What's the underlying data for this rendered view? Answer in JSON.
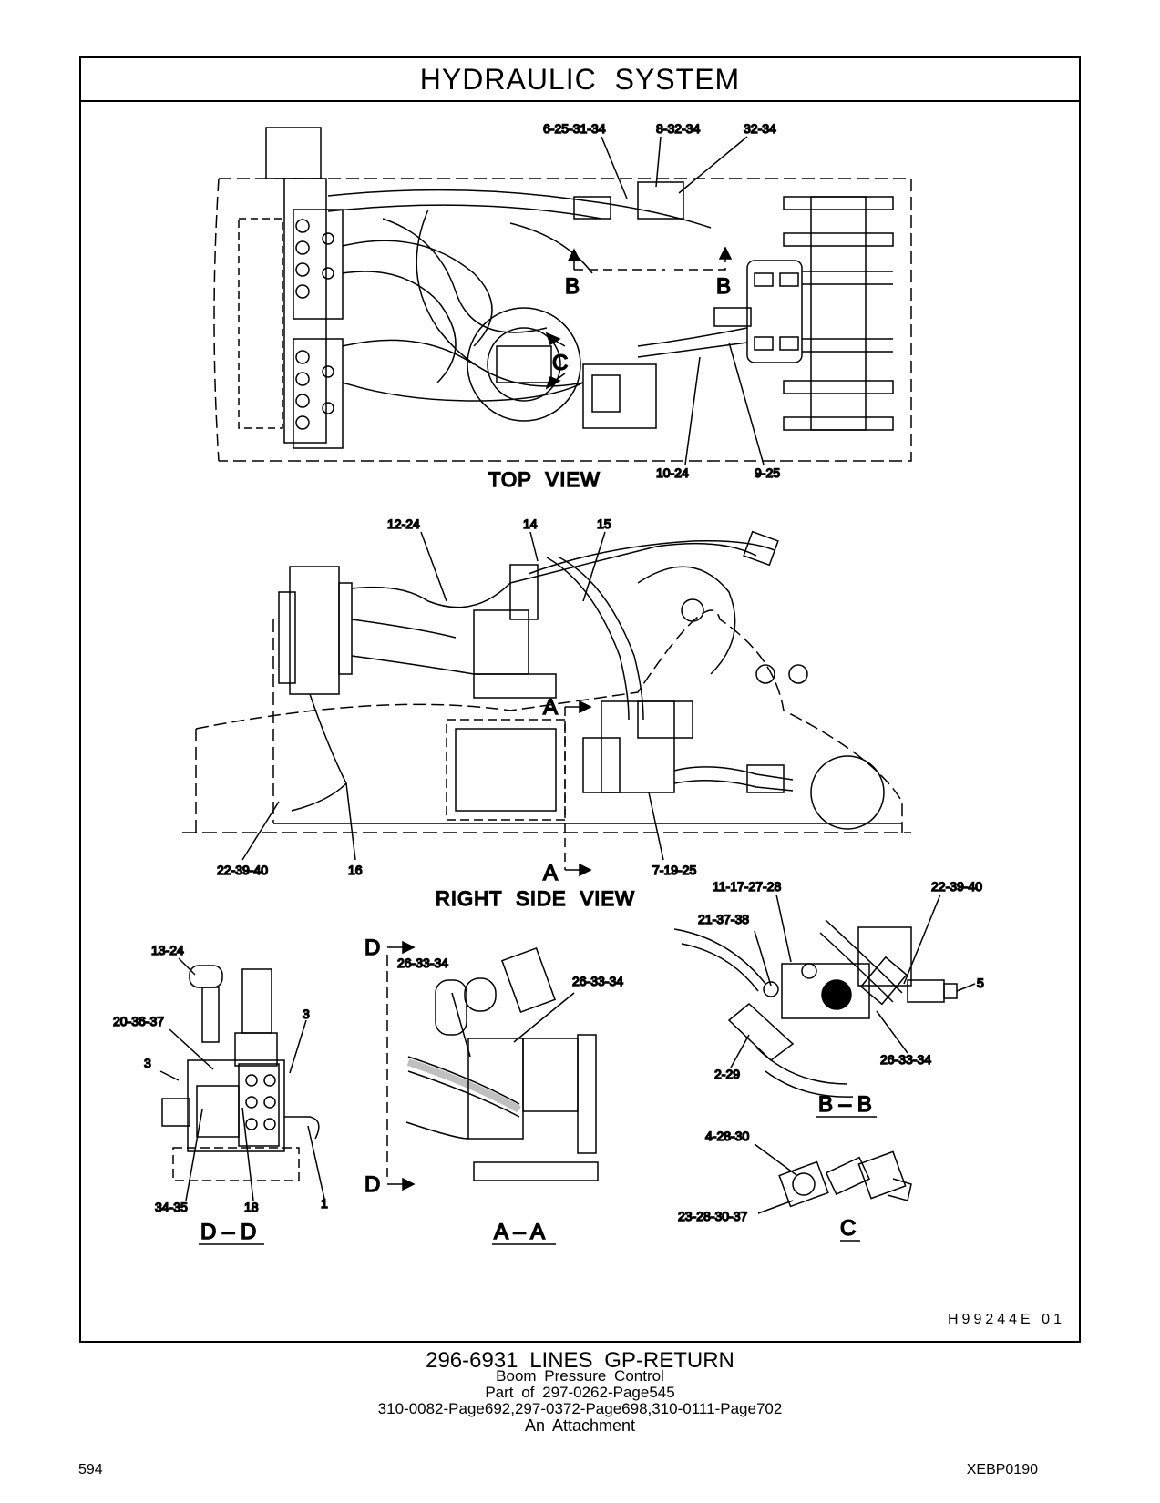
{
  "title": "HYDRAULIC SYSTEM",
  "views": {
    "top": "TOP VIEW",
    "side": "RIGHT SIDE VIEW",
    "dd": "D – D",
    "aa": "A – A",
    "bb": "B – B",
    "c": "C"
  },
  "section_markers": {
    "a": "A",
    "b": "B",
    "c": "C",
    "d": "D"
  },
  "callouts": {
    "t1": "6-25-31-34",
    "t2": "8-32-34",
    "t3": "32-34",
    "t4": "10-24",
    "t5": "9-25",
    "s1": "12-24",
    "s2": "14",
    "s3": "15",
    "s4": "22-39-40",
    "s5": "16",
    "s6": "7-19-25",
    "d1": "13-24",
    "d2": "20-36-37",
    "d3": "3",
    "d4": "3",
    "d5": "34-35",
    "d6": "18",
    "d7": "1",
    "a1": "26-33-34",
    "a2": "26-33-34",
    "b1": "11-17-27-28",
    "b2": "22-39-40",
    "b3": "21-37-38",
    "b4": "5",
    "b5": "26-33-34",
    "b6": "2-29",
    "c1": "4-28-30",
    "c2": "23-28-30-37"
  },
  "drawing_number": "H99244E    01",
  "footer": {
    "part_title": "296-6931  LINES GP-RETURN",
    "line1": "Boom  Pressure  Control",
    "line2": "Part of 297-0262-Page545",
    "line3": "310-0082-Page692,297-0372-Page698,310-0111-Page702",
    "line4": "An Attachment"
  },
  "page_number": "594",
  "doc_code": "XEBP0190"
}
